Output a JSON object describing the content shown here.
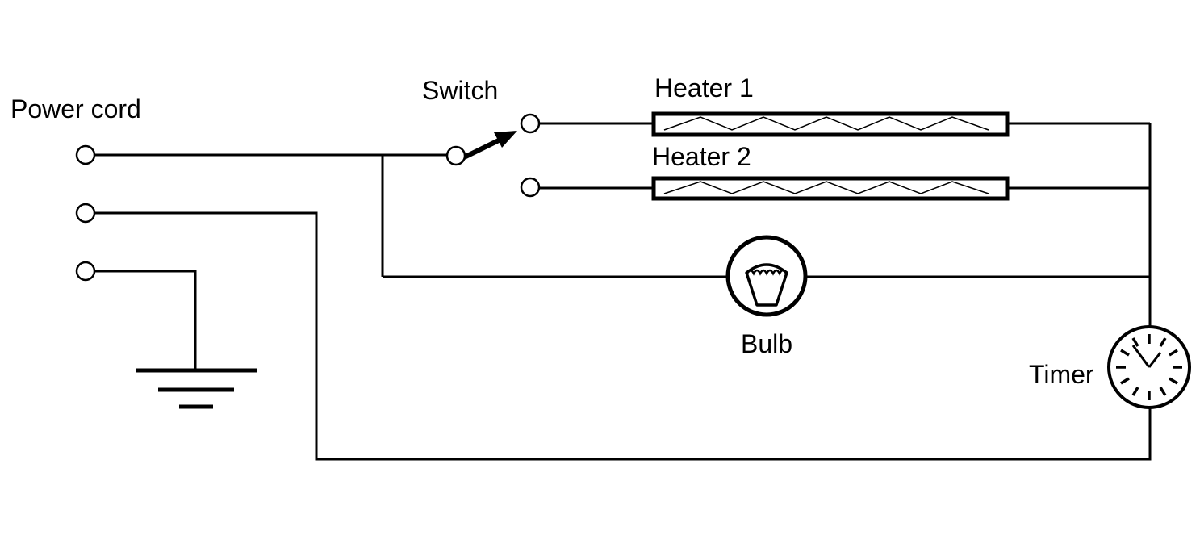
{
  "labels": {
    "power_cord": "Power cord",
    "switch": "Switch",
    "heater_1": "Heater 1",
    "heater_2": "Heater 2",
    "bulb": "Bulb",
    "timer": "Timer"
  },
  "colors": {
    "line": "#000000",
    "background": "#ffffff"
  }
}
